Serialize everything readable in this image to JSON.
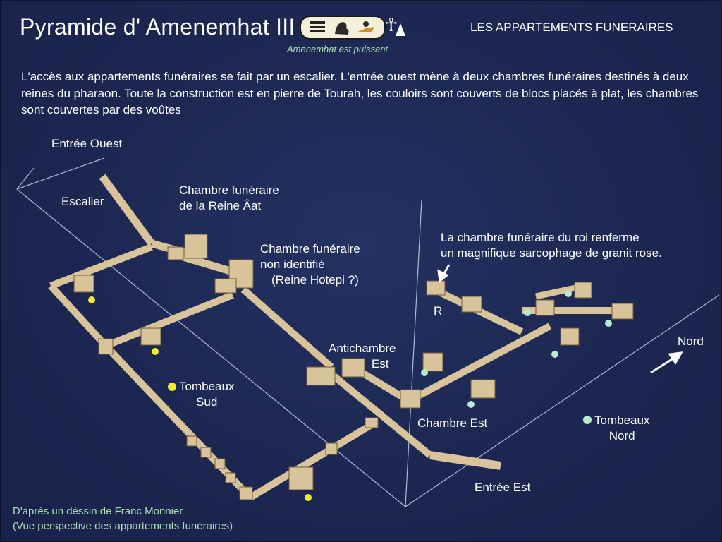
{
  "header": {
    "title": "Pyramide d' Amenemhat III",
    "cartouche_subtitle": "Amenemhat est puissant",
    "section": "LES APPARTEMENTS FUNERAIRES"
  },
  "intro": "L'accès aux appartements funéraires se fait par un escalier. L'entrée ouest mène à deux chambres funéraires destinés à deux reines du pharaon. Toute la construction est en pierre de Tourah, les couloirs sont couverts de blocs placés à plat, les chambres sont couvertes par des voûtes",
  "labels": {
    "entree_ouest": "Entrée Ouest",
    "escalier": "Escalier",
    "chambre_reine_aat": [
      "Chambre funéraire",
      "de la Reine Âat"
    ],
    "chambre_non_identifie": [
      "Chambre funéraire",
      "non identifié",
      "(Reine Hotepi ?)"
    ],
    "chambre_roi": [
      "La chambre funéraire  du roi renferme",
      "un magnifique sarcophage de granit rose."
    ],
    "r_marker": "R",
    "antichambre": [
      "Antichambre",
      "Est"
    ],
    "tombeaux_sud": [
      "Tombeaux",
      "Sud"
    ],
    "chambre_est": [
      "Chambre",
      "Est"
    ],
    "nord": "Nord",
    "tombeaux_nord": [
      "Tombeaux",
      "Nord"
    ],
    "entree_est": "Entrée Est"
  },
  "credit": [
    "D'après un déssin de Franc Monnier",
    "(Vue perspective des appartements funéraires)"
  ],
  "colors": {
    "background": "#1d2852",
    "corridor": "#d8c39a",
    "corridor_edge": "#6e5a38",
    "south_tomb_marker": "#f2ea2a",
    "north_tomb_marker": "#b5ecd0",
    "credit_text": "#a8e0b6",
    "outline": "#c9d3ee"
  }
}
